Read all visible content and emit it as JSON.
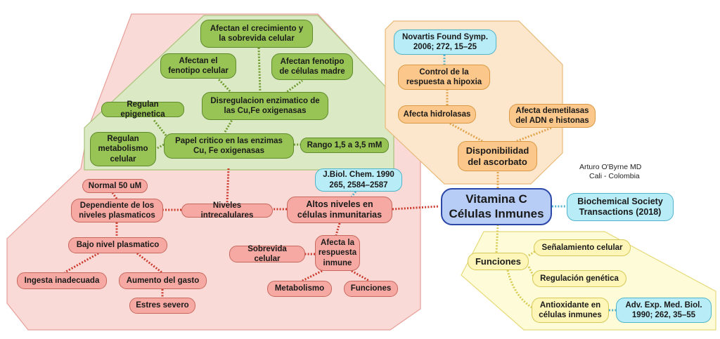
{
  "colors": {
    "green_region": "#dbeac4",
    "red_region": "#fadad6",
    "orange_region": "#fde7cc",
    "yellow_region": "#fefbd9",
    "green_link": "#6e9a2e",
    "red_link": "#cc3a2e",
    "orange_link": "#e0a24a",
    "yellow_link": "#d8cc55",
    "cyan_link": "#4fb4cb"
  },
  "nodes": {
    "vitamina": "Vitamina C\nCélulas Inmunes",
    "altos": "Altos niveles en\ncélulas inmunitarias",
    "niveles_intra": "Niveles intrecalulares",
    "dependiente": "Dependiente de los\nniveles plasmaticos",
    "normal": "Normal 50 uM",
    "bajo": "Bajo nivel plasmatico",
    "ingesta": "Ingesta inadecuada",
    "aumento": "Aumento del gasto",
    "estres": "Estres severo",
    "afecta_resp": "Afecta la\nrespuesta\ninmune",
    "sobrevida": "Sobrevida celular",
    "metabolismo": "Metabolismo",
    "funciones_red": "Funciones",
    "jbiol": "J.Biol. Chem. 1990\n265, 2584–2587",
    "papel": "Papel critico en las enzimas\nCu, Fe oxigenasas",
    "rango": "Rango 1,5 a 3,5 mM",
    "regulan_meta": "Regulan\nmetabolismo\ncelular",
    "regulan_epi": "Regulan epigenetica",
    "disreg": "Disregulacion enzimatico de\nlas Cu,Fe oxigenasas",
    "afectan_fen": "Afectan el\nfenotipo celular",
    "afectan_madre": "Afectan fenotipo\nde células madre",
    "afectan_crec": "Afectan el crecimiento y\nla sobrevida celular",
    "disponibilidad": "Disponibilidad\ndel ascorbato",
    "hidrolasas": "Afecta hidrolasas",
    "demetilasas": "Afecta demetilasas\ndel ADN e histonas",
    "control": "Control de la\nrespuesta a hipoxia",
    "novartis": "Novartis Found Symp.\n2006; 272, 15–25",
    "biochem": "Biochemical Society\nTransactions (2018)",
    "funciones": "Funciones",
    "senal": "Señalamiento celular",
    "regulacion": "Regulación genética",
    "antiox": "Antioxidante en\ncélulas inmunes",
    "adv": "Adv. Exp. Med. Biol.\n1990; 262, 35–55"
  },
  "author": {
    "name": "Arturo O'Byrne MD",
    "place": "Cali - Colombia"
  }
}
